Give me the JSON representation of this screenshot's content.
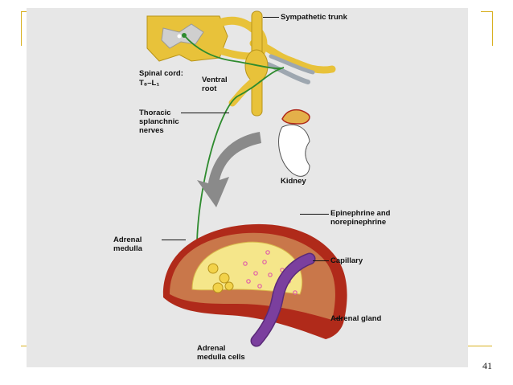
{
  "labels": {
    "sympathetic_trunk": "Sympathetic trunk",
    "spinal_cord_line1": "Spinal cord:",
    "spinal_cord_line2": "T₈–L₁",
    "ventral_root_line1": "Ventral",
    "ventral_root_line2": "root",
    "thoracic_line1": "Thoracic",
    "thoracic_line2": "splanchnic",
    "thoracic_line3": "nerves",
    "kidney": "Kidney",
    "epinephrine_line1": "Epinephrine and",
    "epinephrine_line2": "norepinephrine",
    "adrenal_medulla_line1": "Adrenal",
    "adrenal_medulla_line2": "medulla",
    "capillary": "Capillary",
    "adrenal_gland": "Adrenal gland",
    "medulla_cells_line1": "Adrenal",
    "medulla_cells_line2": "medulla cells"
  },
  "page_number": "41",
  "colors": {
    "accent_bracket": "#d8b020",
    "nerve": "#2e8b2e",
    "cortex": "#c9774a",
    "capsule": "#b02a1a",
    "medulla": "#f5e68a",
    "capillary": "#7b3f9e",
    "hormone": "#e05fa8"
  }
}
